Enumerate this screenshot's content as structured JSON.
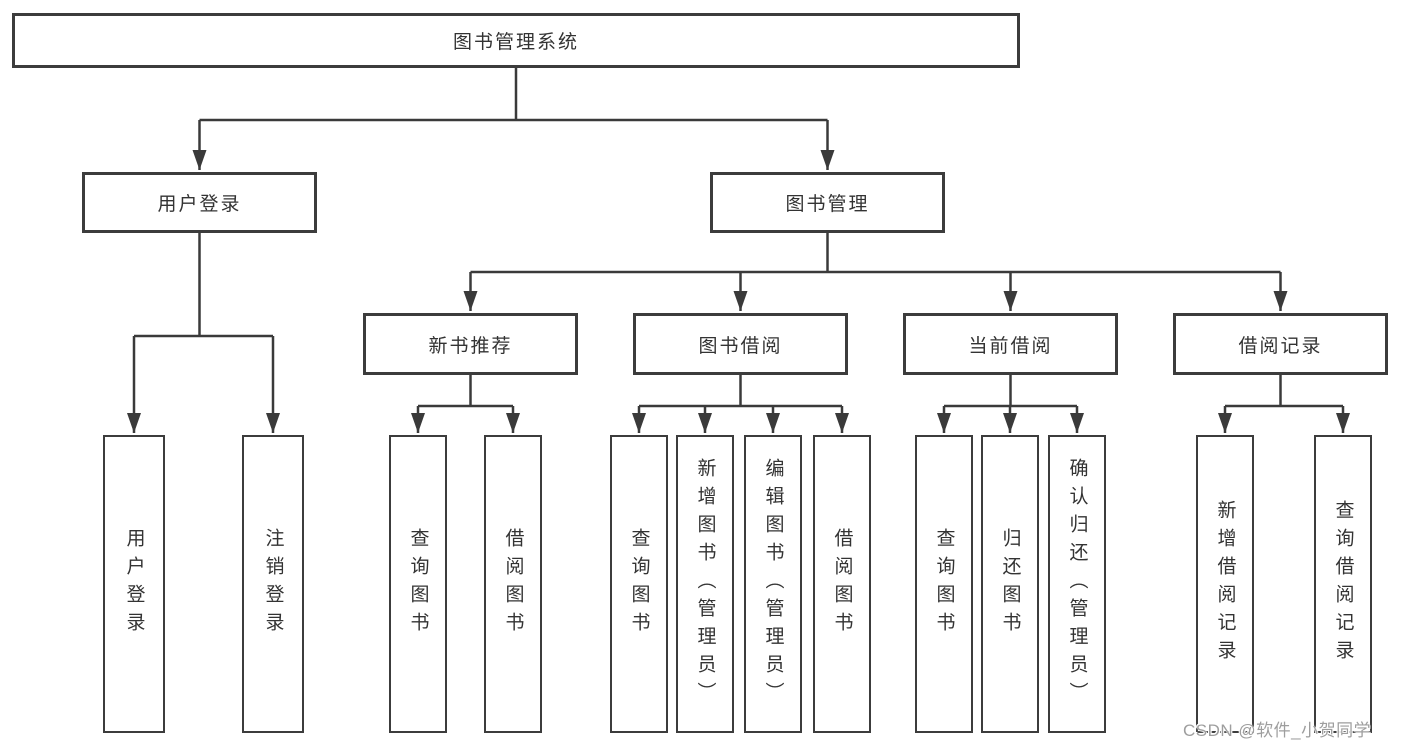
{
  "diagram_title": "图书管理系统",
  "tree": {
    "root": "图书管理系统",
    "branches": [
      {
        "label": "用户登录",
        "children": [
          {
            "label": "用户登录"
          },
          {
            "label": "注销登录"
          }
        ]
      },
      {
        "label": "图书管理",
        "children": [
          {
            "label": "新书推荐",
            "children": [
              {
                "label": "查询图书"
              },
              {
                "label": "借阅图书"
              }
            ]
          },
          {
            "label": "图书借阅",
            "children": [
              {
                "label": "查询图书"
              },
              {
                "label": "新增图书（管理员）"
              },
              {
                "label": "编辑图书（管理员）"
              },
              {
                "label": "借阅图书"
              }
            ]
          },
          {
            "label": "当前借阅",
            "children": [
              {
                "label": "查询图书"
              },
              {
                "label": "归还图书"
              },
              {
                "label": "确认归还（管理员）"
              }
            ]
          },
          {
            "label": "借阅记录",
            "children": [
              {
                "label": "新增借阅记录"
              },
              {
                "label": "查询借阅记录"
              }
            ]
          }
        ]
      }
    ]
  },
  "watermark": "CSDN @软件_小贺同学",
  "colors": {
    "line": "#3a3a3a",
    "box_border": "#3c3c3c",
    "text": "#333333",
    "watermark_text": "#9e9e9e",
    "background": "#ffffff"
  }
}
